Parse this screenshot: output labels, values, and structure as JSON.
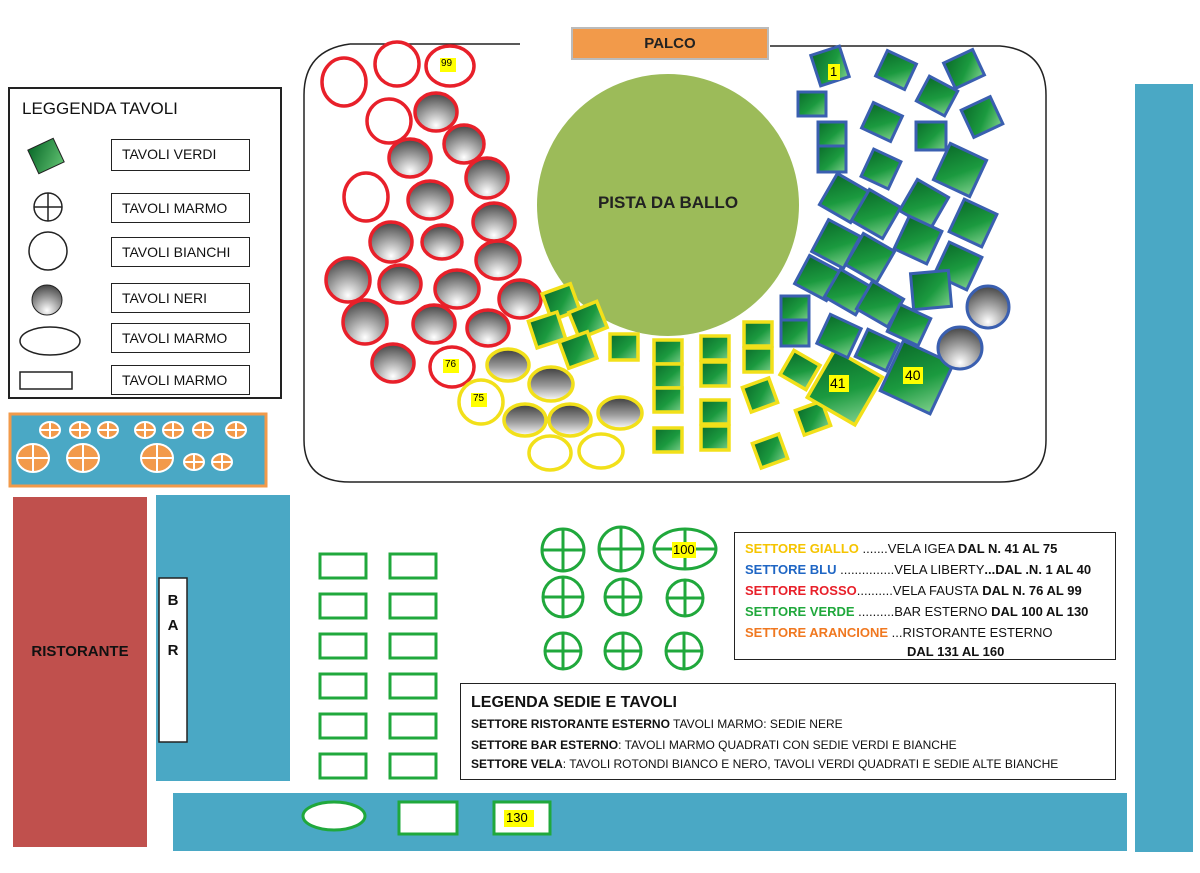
{
  "stage": {
    "label": "PALCO"
  },
  "dance_floor": {
    "label": "PISTA DA BALLO"
  },
  "legend_tables": {
    "title": "LEGGENDA TAVOLI",
    "items": [
      {
        "icon": "green-square-table-icon",
        "label": "TAVOLI  VERDI"
      },
      {
        "icon": "marble-cross-circle-table-icon",
        "label": "TAVOLI MARMO"
      },
      {
        "icon": "white-circle-table-icon",
        "label": "TAVOLI BIANCHI"
      },
      {
        "icon": "black-circle-table-icon",
        "label": "TAVOLI NERI"
      },
      {
        "icon": "marble-oval-table-icon",
        "label": "TAVOLI MARMO"
      },
      {
        "icon": "marble-rectangle-table-icon",
        "label": "TAVOLI MARMO"
      }
    ]
  },
  "restaurant": {
    "label": "RISTORANTE"
  },
  "bar": {
    "letters": [
      "B",
      "A",
      "R"
    ]
  },
  "table_numbers": {
    "n1": "1",
    "n40": "40",
    "n41": "41",
    "n75": "75",
    "n76": "76",
    "n99": "99",
    "n100": "100",
    "n130": "130"
  },
  "sectors": {
    "lines": [
      {
        "name": "SETTORE GIALLO",
        "color": "#f5c400",
        "dots": " .......",
        "venue": "VELA IGEA",
        "range": "DAL N. 41 AL 75"
      },
      {
        "name": "SETTORE BLU",
        "color": "#1f66c4",
        "dots": " ...............",
        "venue": "VELA LIBERTY",
        "range": "...DAL .N. 1 AL 40"
      },
      {
        "name": "SETTORE ROSSO",
        "color": "#e8202a",
        "dots": "..........",
        "venue": "VELA FAUSTA",
        "range": " DAL  N. 76 AL 99"
      },
      {
        "name": "SETTORE VERDE",
        "color": "#20a83c",
        "dots": " ..........",
        "venue": "BAR ESTERNO",
        "range": " DAL  100 AL 130"
      },
      {
        "name": "SETTORE ARANCIONE",
        "color": "#f07820",
        "dots": " ...",
        "venue": "RISTORANTE ESTERNO",
        "range": ""
      }
    ],
    "last_range": "DAL  131 AL 160"
  },
  "legend_chairs": {
    "title": "LEGENDA SEDIE  E TAVOLI",
    "lines": [
      {
        "bold": "SETTORE RISTORANTE ESTERNO",
        "text": " TAVOLI MARMO: SEDIE NERE"
      },
      {
        "bold": "SETTORE BAR ESTERNO",
        "text": ": TAVOLI MARMO QUADRATI  CON SEDIE VERDI E BIANCHE"
      },
      {
        "bold": "SETTORE VELA",
        "text": ": TAVOLI ROTONDI BIANCO E NERO, TAVOLI VERDI QUADRATI E SEDIE ALTE BIANCHE"
      }
    ]
  },
  "colors": {
    "green_table": "#1a8f3a",
    "yellow_border": "#f2e01a",
    "blue_border": "#3a5fb0",
    "red_border": "#e8202a",
    "orange": "#f29a4a",
    "teal": "#4aa8c5",
    "dance_floor": "#9cbb59",
    "restaurant": "#c0504d"
  }
}
